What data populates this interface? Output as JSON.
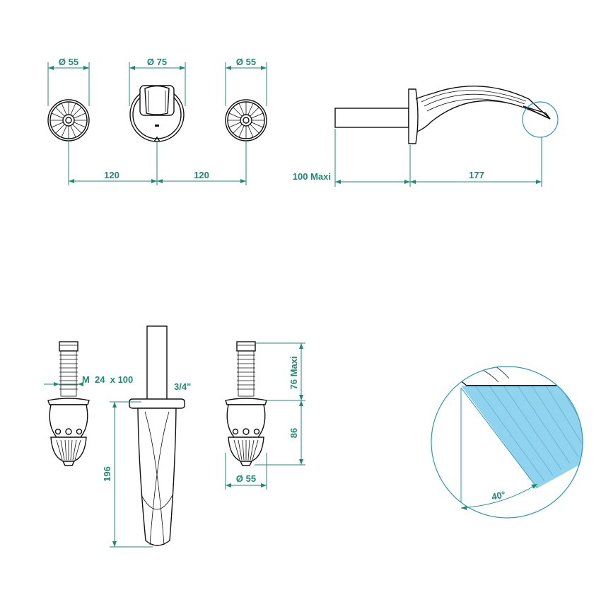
{
  "colors": {
    "dimension": "#1f8a73",
    "outline": "#111111",
    "detail_circle": "#2b9ab8",
    "water_jet": "#8fd3ee"
  },
  "front_view": {
    "left_handle_diameter": "Ø 55",
    "spout_diameter": "Ø 75",
    "right_handle_diameter": "Ø 55",
    "spacing_left": "120",
    "spacing_right": "120"
  },
  "side_view": {
    "wall_depth": "100 Maxi",
    "spout_reach": "177"
  },
  "elevation_view": {
    "thread": "M  24  x 100",
    "connection": "3/4\"",
    "spout_height": "196",
    "valve_length": "76 Maxi",
    "handle_height": "86",
    "handle_diameter": "Ø 55"
  },
  "detail_view": {
    "jet_angle": "40°"
  }
}
